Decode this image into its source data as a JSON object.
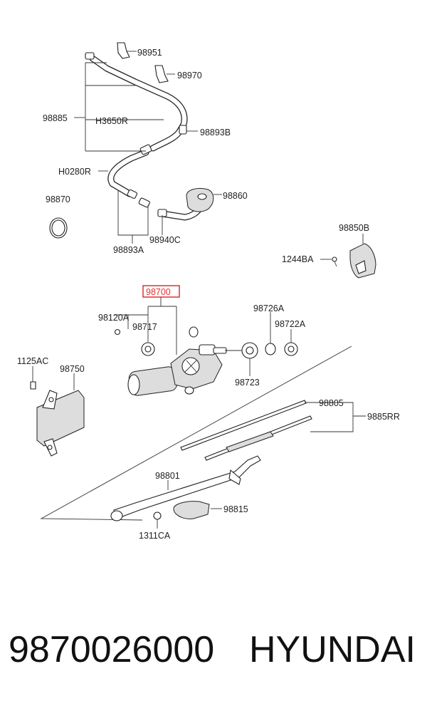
{
  "labels": {
    "p98951": "98951",
    "p98970": "98970",
    "p98885": "98885",
    "h3650r": "H3650R",
    "p98893b": "98893B",
    "h0280r": "H0280R",
    "p98870": "98870",
    "p98860": "98860",
    "p98940c": "98940C",
    "p98893a": "98893A",
    "p98850b": "98850B",
    "p1244ba": "1244BA",
    "p98700": "98700",
    "p98120a": "98120A",
    "p98717": "98717",
    "p98726a": "98726A",
    "p98722a": "98722A",
    "p98723": "98723",
    "p1125ac": "1125AC",
    "p98750": "98750",
    "p98805": "98805",
    "p9885rr": "9885RR",
    "p98801": "98801",
    "p98815": "98815",
    "p1311ca": "1311CA"
  },
  "highlight_color": "#e03030",
  "footer": {
    "part_number": "9870026000",
    "brand": "HYUNDAI"
  }
}
